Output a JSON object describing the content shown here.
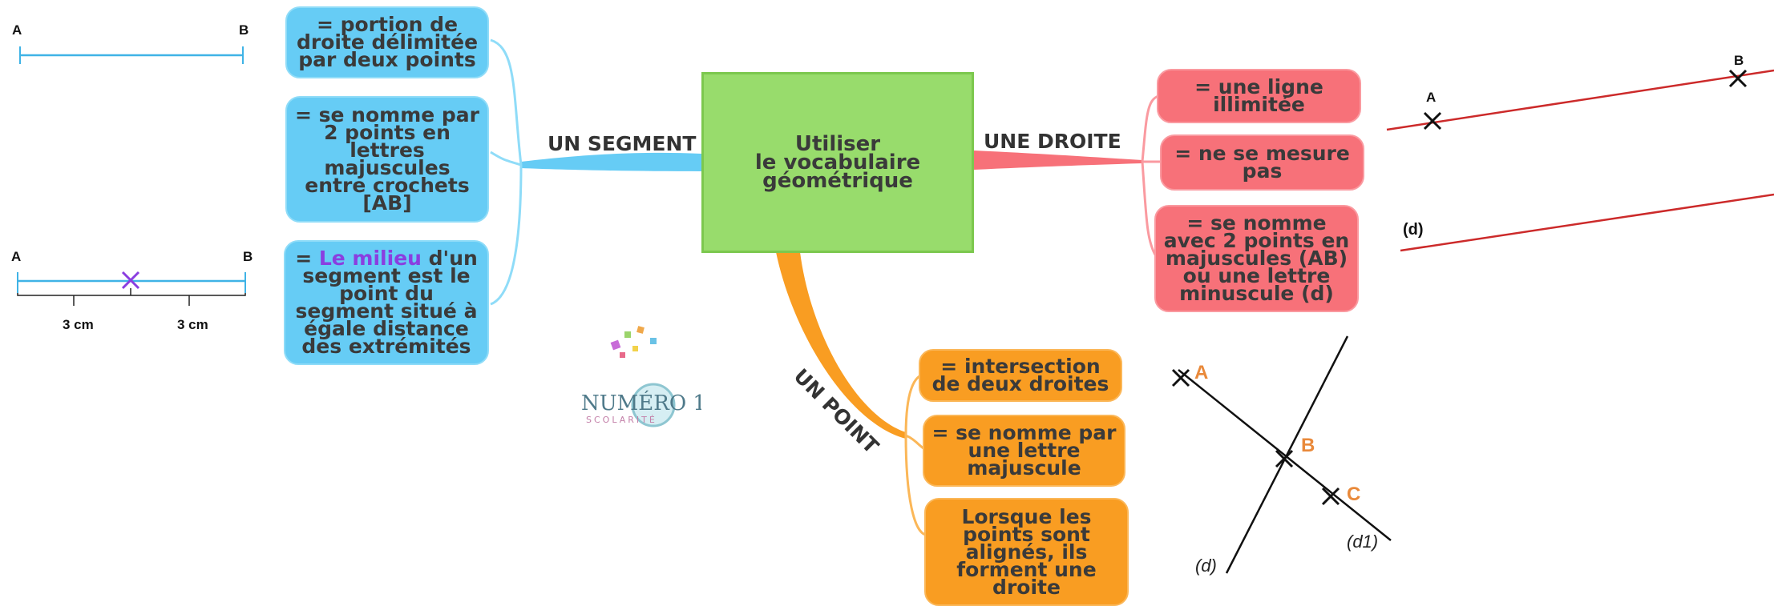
{
  "central": {
    "line1": "Utiliser",
    "line2": "le vocabulaire",
    "line3": "géométrique"
  },
  "branches": {
    "segment": "UN SEGMENT",
    "droite": "UNE DROITE",
    "point": "UN POINT"
  },
  "segment": {
    "box1": [
      "= portion de",
      "droite délimitée",
      "par deux points"
    ],
    "box2": [
      "= se nomme par",
      "2 points en",
      "lettres",
      "majuscules",
      "entre crochets",
      "[AB]"
    ],
    "box3_prefix": "= ",
    "box3_highlight": "Le milieu",
    "box3_line1_rest": " d'un",
    "box3_rest": [
      "segment est le",
      "point du",
      "segment situé à",
      "égale distance",
      "des extrémités"
    ]
  },
  "droite": {
    "box1": [
      "= une ligne",
      "illimitée"
    ],
    "box2": [
      "= ne se mesure",
      "pas"
    ],
    "box3": [
      "= se nomme",
      "avec 2 points en",
      "majuscules (AB)",
      "ou une lettre",
      "minuscule (d)"
    ]
  },
  "point": {
    "box1": [
      "=  intersection",
      "de deux droites"
    ],
    "box2": [
      "= se nomme par",
      "une lettre",
      "majuscule"
    ],
    "box3": [
      "Lorsque les",
      "points sont",
      "alignés, ils",
      "forment une",
      "droite"
    ]
  },
  "figures": {
    "seg_a": "A",
    "seg_b": "B",
    "mid_a": "A",
    "mid_b": "B",
    "len1": "3 cm",
    "len2": "3 cm",
    "line_a": "A",
    "line_b": "B",
    "line_d": "(d)",
    "int_a": "A",
    "int_b": "B",
    "int_c": "C",
    "int_d": "(d)",
    "int_d1": "(d1)"
  },
  "logo": {
    "text": "NUMÉRO 1",
    "sub": "SCOLARITÉ"
  },
  "colors": {
    "blue": "#66ccf5",
    "red": "#f77179",
    "orange": "#f99d22",
    "green": "#98dc6c",
    "purple": "#8a3ee0"
  }
}
